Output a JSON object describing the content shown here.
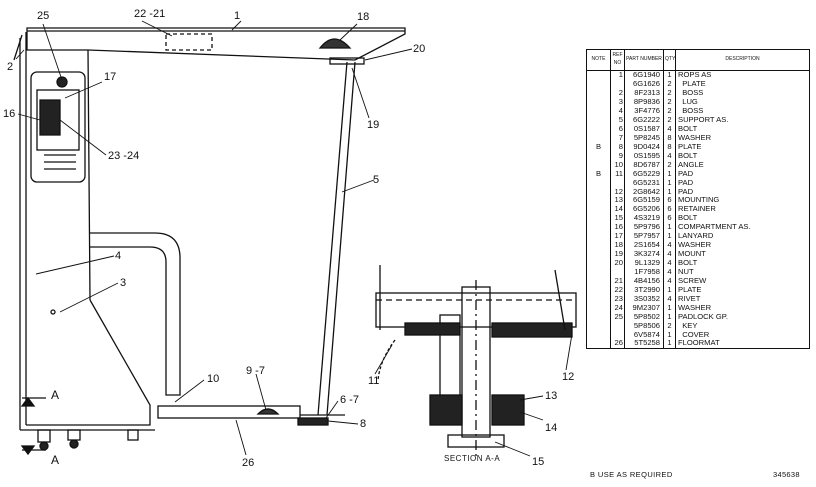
{
  "table": {
    "headers": {
      "note": "NOTE",
      "ref": "REF NO",
      "part": "PART NUMBER",
      "qty": "QTY",
      "desc": "DESCRIPTION"
    },
    "rows": [
      {
        "note": "",
        "ref": "1",
        "part": "6G1940",
        "qty": "1",
        "desc": "ROPS AS"
      },
      {
        "note": "",
        "ref": "",
        "part": "6G1626",
        "qty": "2",
        "desc": "  PLATE"
      },
      {
        "note": "",
        "ref": "2",
        "part": "8F2313",
        "qty": "2",
        "desc": "  BOSS"
      },
      {
        "note": "",
        "ref": "3",
        "part": "8P9836",
        "qty": "2",
        "desc": "  LUG"
      },
      {
        "note": "",
        "ref": "4",
        "part": "3F4776",
        "qty": "2",
        "desc": "  BOSS"
      },
      {
        "note": "",
        "ref": "5",
        "part": "6G2222",
        "qty": "2",
        "desc": "SUPPORT AS."
      },
      {
        "note": "",
        "ref": "6",
        "part": "0S1587",
        "qty": "4",
        "desc": "BOLT"
      },
      {
        "note": "",
        "ref": "7",
        "part": "5P8245",
        "qty": "8",
        "desc": "WASHER"
      },
      {
        "note": "B",
        "ref": "8",
        "part": "9D0424",
        "qty": "8",
        "desc": "PLATE"
      },
      {
        "note": "",
        "ref": "9",
        "part": "0S1595",
        "qty": "4",
        "desc": "BOLT"
      },
      {
        "note": "",
        "ref": "10",
        "part": "8D6787",
        "qty": "2",
        "desc": "ANGLE"
      },
      {
        "note": "B",
        "ref": "11",
        "part": "6G5229",
        "qty": "1",
        "desc": "PAD"
      },
      {
        "note": "",
        "ref": "",
        "part": "6G5231",
        "qty": "1",
        "desc": "PAD"
      },
      {
        "note": "",
        "ref": "12",
        "part": "2G8642",
        "qty": "1",
        "desc": "PAD"
      },
      {
        "note": "",
        "ref": "13",
        "part": "6G5159",
        "qty": "6",
        "desc": "MOUNTING"
      },
      {
        "note": "",
        "ref": "14",
        "part": "6G5206",
        "qty": "6",
        "desc": "RETAINER"
      },
      {
        "note": "",
        "ref": "15",
        "part": "4S3219",
        "qty": "6",
        "desc": "BOLT"
      },
      {
        "note": "",
        "ref": "16",
        "part": "5P9796",
        "qty": "1",
        "desc": "COMPARTMENT AS."
      },
      {
        "note": "",
        "ref": "17",
        "part": "5P7957",
        "qty": "1",
        "desc": "LANYARD"
      },
      {
        "note": "",
        "ref": "18",
        "part": "2S1654",
        "qty": "4",
        "desc": "WASHER"
      },
      {
        "note": "",
        "ref": "19",
        "part": "3K3274",
        "qty": "4",
        "desc": "MOUNT"
      },
      {
        "note": "",
        "ref": "20",
        "part": "9L1329",
        "qty": "4",
        "desc": "BOLT"
      },
      {
        "note": "",
        "ref": "",
        "part": "1F7958",
        "qty": "4",
        "desc": "NUT"
      },
      {
        "note": "",
        "ref": "21",
        "part": "4B4156",
        "qty": "4",
        "desc": "SCREW"
      },
      {
        "note": "",
        "ref": "22",
        "part": "3T2990",
        "qty": "1",
        "desc": "PLATE"
      },
      {
        "note": "",
        "ref": "23",
        "part": "3S0352",
        "qty": "4",
        "desc": "RIVET"
      },
      {
        "note": "",
        "ref": "24",
        "part": "9M2307",
        "qty": "1",
        "desc": "WASHER"
      },
      {
        "note": "",
        "ref": "25",
        "part": "5P8502",
        "qty": "1",
        "desc": "PADLOCK GP."
      },
      {
        "note": "",
        "ref": "",
        "part": "5P8506",
        "qty": "2",
        "desc": "  KEY"
      },
      {
        "note": "",
        "ref": "",
        "part": "6V5874",
        "qty": "1",
        "desc": "  COVER"
      },
      {
        "note": "",
        "ref": "26",
        "part": "5T5258",
        "qty": "1",
        "desc": "FLOORMAT"
      }
    ]
  },
  "callouts": {
    "c1": "1",
    "c2": "2",
    "c3": "3",
    "c4": "4",
    "c5": "5",
    "c6_7": "6 -7",
    "c8": "8",
    "c9_7": "9 -7",
    "c10": "10",
    "c11": "11",
    "c12": "12",
    "c13": "13",
    "c14": "14",
    "c15": "15",
    "c16": "16",
    "c17": "17",
    "c18": "18",
    "c19": "19",
    "c20": "20",
    "c22_21": "22 -21",
    "c23_24": "23 -24",
    "c25": "25",
    "c26": "26",
    "sectionA_top": "A",
    "sectionA_bottom": "A"
  },
  "section_label": "SECTION A-A",
  "footnote": "B   USE AS REQUIRED",
  "drawing_number": "345638"
}
